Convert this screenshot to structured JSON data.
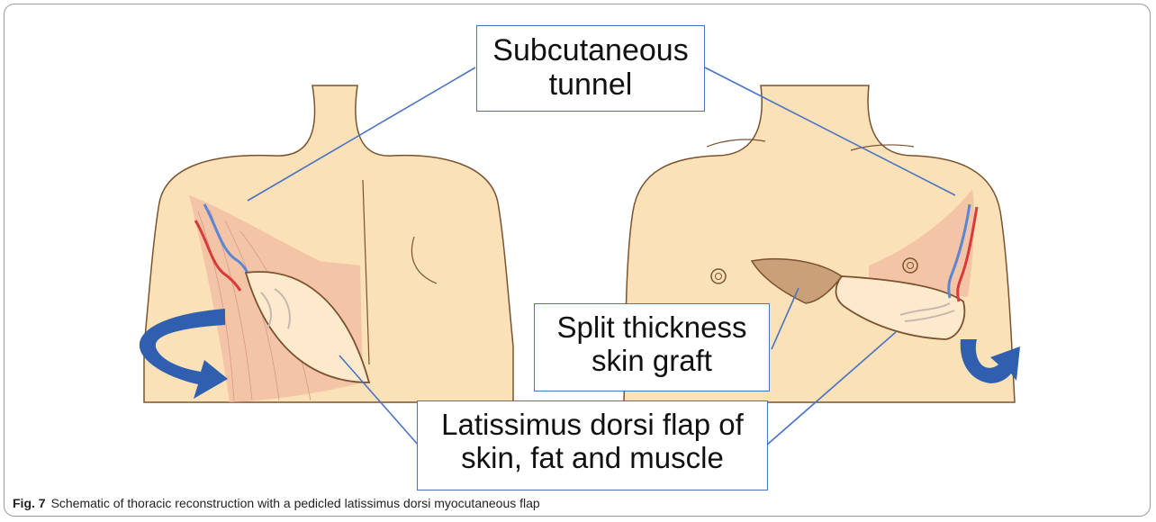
{
  "labels": {
    "subcutaneous": {
      "line1": "Subcutaneous",
      "line2": "tunnel"
    },
    "graft": {
      "line1": "Split thickness",
      "line2": "skin graft"
    },
    "flap": {
      "line1": "Latissimus dorsi flap of",
      "line2": "skin, fat and muscle"
    }
  },
  "caption": {
    "fig_number": "Fig. 7",
    "text": "Schematic of thoracic reconstruction with a pedicled latissimus dorsi myocutaneous flap"
  },
  "colors": {
    "skin": "#fbe1b8",
    "skin_outline": "#7a5230",
    "muscle": "#f1b9a2",
    "artery": "#d83a3a",
    "vein": "#5a86d6",
    "graft": "#c9a078",
    "arrow": "#2f5fae",
    "leader_line": "#4a72c2"
  }
}
